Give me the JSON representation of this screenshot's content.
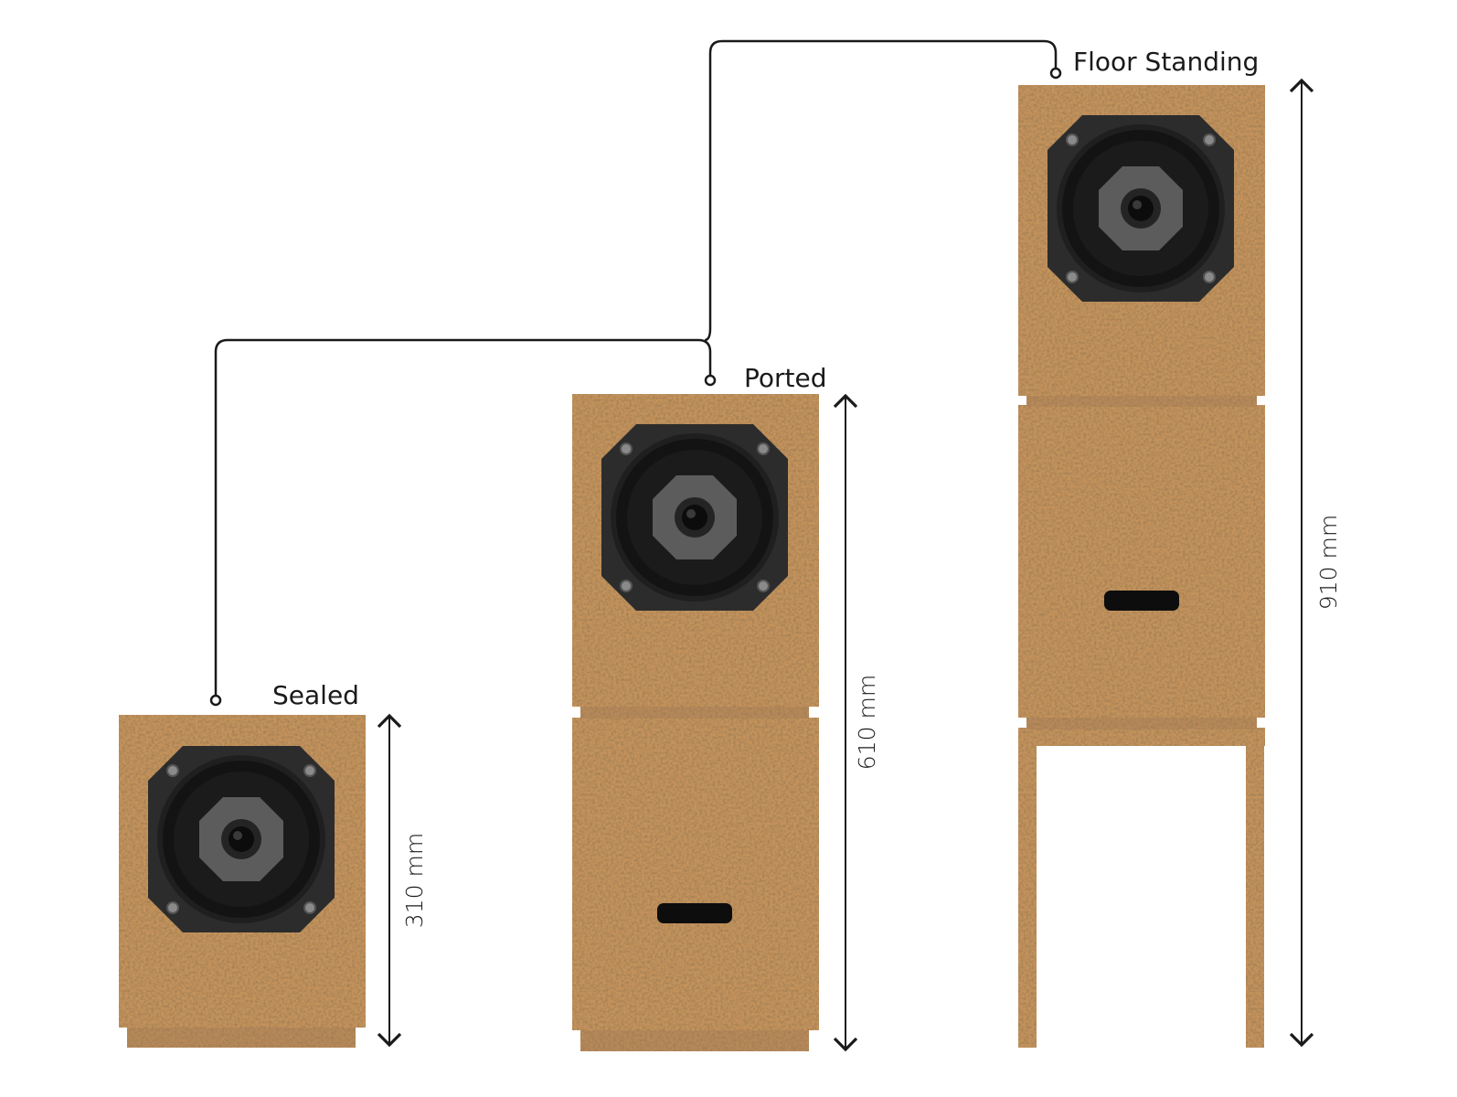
{
  "variants": [
    {
      "id": "sealed",
      "label": "Sealed",
      "height": "310 mm"
    },
    {
      "id": "ported",
      "label": "Ported",
      "height": "610 mm"
    },
    {
      "id": "floor",
      "label": "Floor Standing",
      "height": "910 mm"
    }
  ],
  "colors": {
    "cork": "#c4935c",
    "cork_dark": "#9c6f40",
    "cork_light": "#ddb27a",
    "driver_frame": "#2c2c2c",
    "driver_cone": "#151515",
    "driver_cap": "#5a5a5a",
    "line": "#1a1a1a",
    "background": "#ffffff"
  },
  "icons": [
    "speaker-driver-icon",
    "bass-port-icon",
    "dimension-arrow-icon"
  ]
}
